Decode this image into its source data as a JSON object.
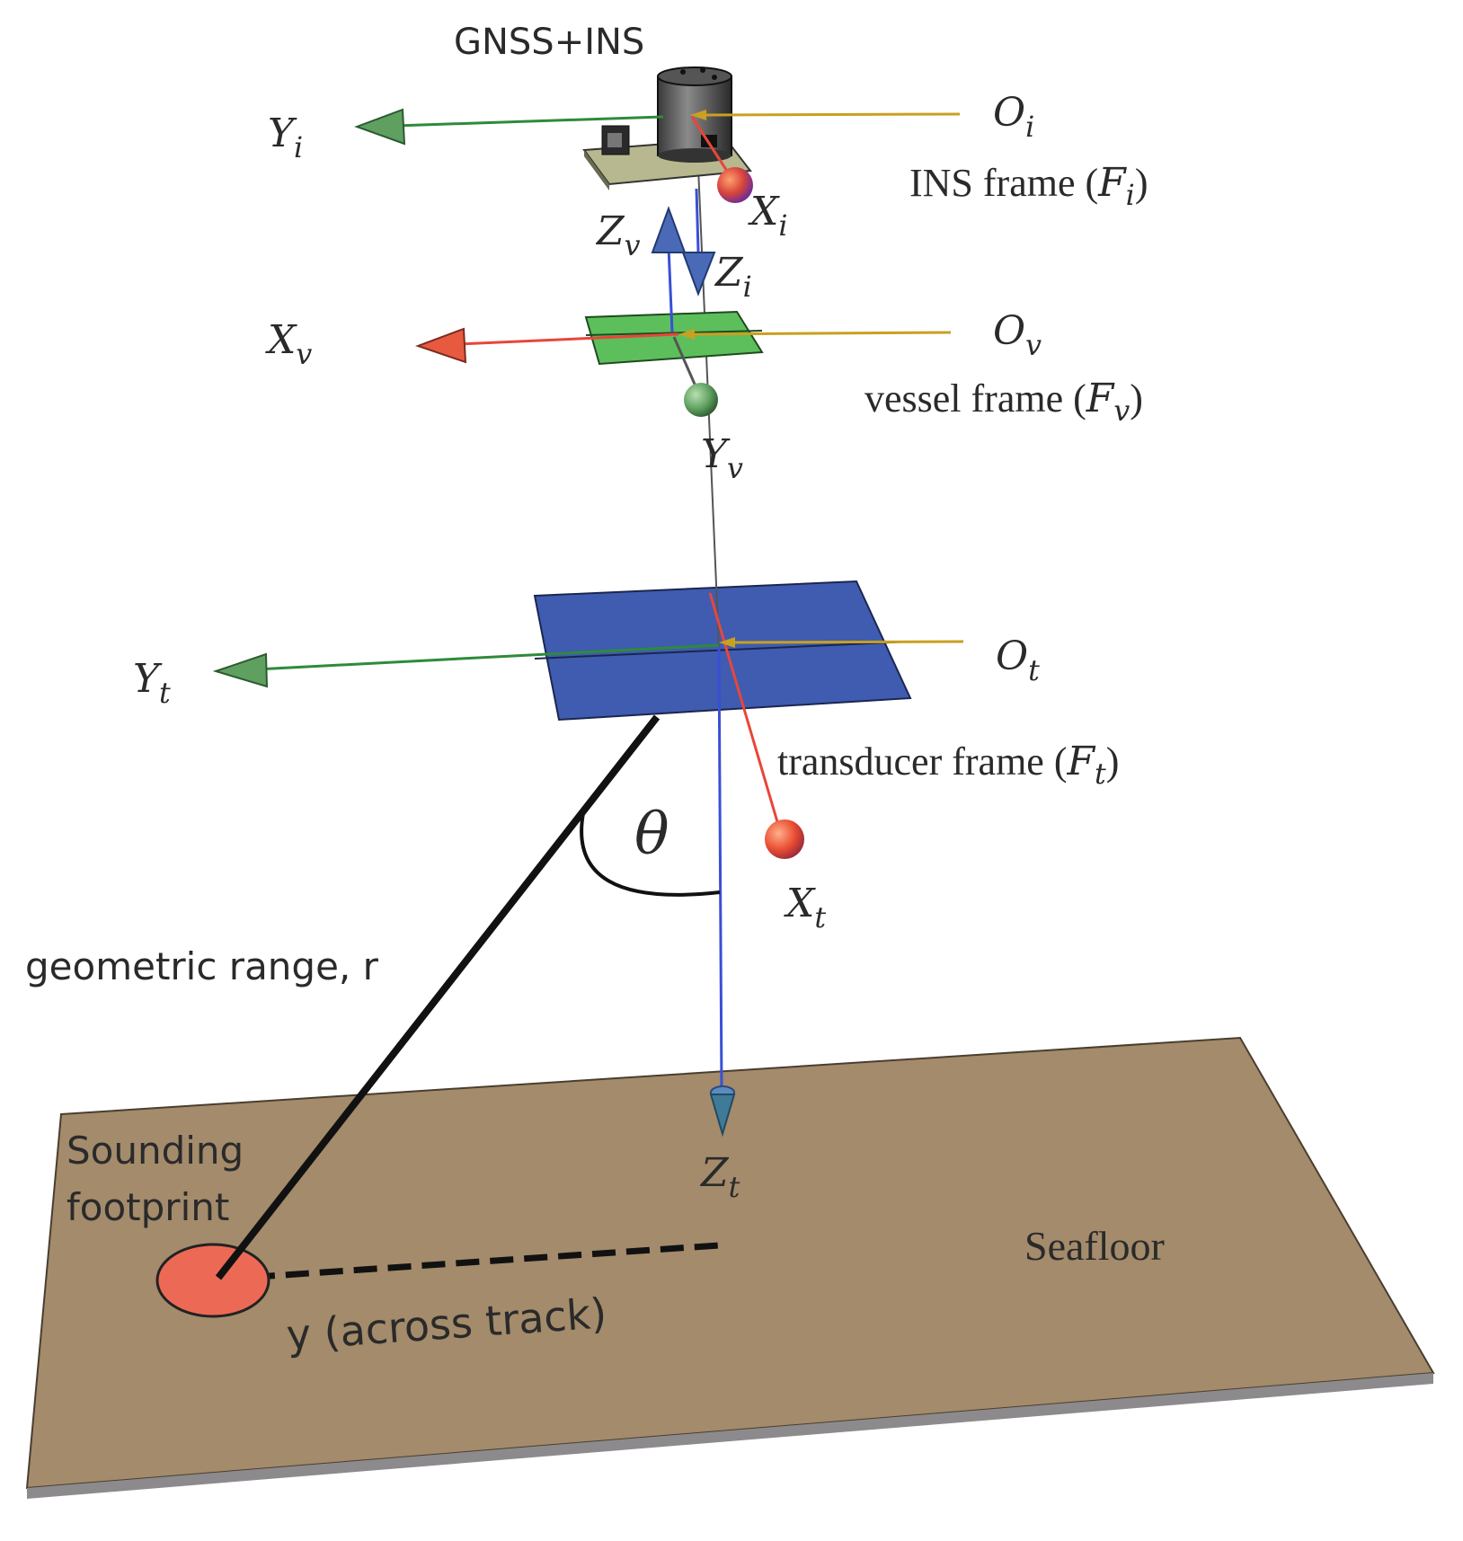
{
  "gnss_ins": "GNSS+INS",
  "ins_frame": {
    "origin": {
      "base": "O",
      "sub": "i"
    },
    "label": {
      "before": "INS frame (",
      "base": "F",
      "sub": "i",
      "after": ")"
    },
    "axis_x": {
      "base": "X",
      "sub": "i"
    },
    "axis_y": {
      "base": "Y",
      "sub": "i"
    },
    "axis_z": {
      "base": "Z",
      "sub": "i"
    }
  },
  "vessel_frame": {
    "origin": {
      "base": "O",
      "sub": "v"
    },
    "label": {
      "before": "vessel frame (",
      "base": "F",
      "sub": "v",
      "after": ")"
    },
    "axis_x": {
      "base": "X",
      "sub": "v"
    },
    "axis_y": {
      "base": "Y",
      "sub": "v"
    },
    "axis_z": {
      "base": "Z",
      "sub": "v"
    }
  },
  "transducer_frame": {
    "origin": {
      "base": "O",
      "sub": "t"
    },
    "label": {
      "before": "transducer frame (",
      "base": "F",
      "sub": "t",
      "after": ")"
    },
    "axis_x": {
      "base": "X",
      "sub": "t"
    },
    "axis_y": {
      "base": "Y",
      "sub": "t"
    },
    "axis_z": {
      "base": "Z",
      "sub": "t"
    }
  },
  "angle_label": "θ",
  "range_label": "geometric range, r",
  "footprint_line1": "Sounding",
  "footprint_line2": "footprint",
  "across_track_label": "y (across track)",
  "seafloor_label": "Seafloor",
  "colors": {
    "x_axis": "#e8463a",
    "y_axis": "#2e8b3a",
    "z_axis": "#3a4fd6",
    "origin_pointer": "#c9a020",
    "seafloor": "#a38b6b",
    "transducer_plate": "#3f5cb0",
    "vessel_plate": "#5cbf5c",
    "footprint": "#ec6a55"
  }
}
